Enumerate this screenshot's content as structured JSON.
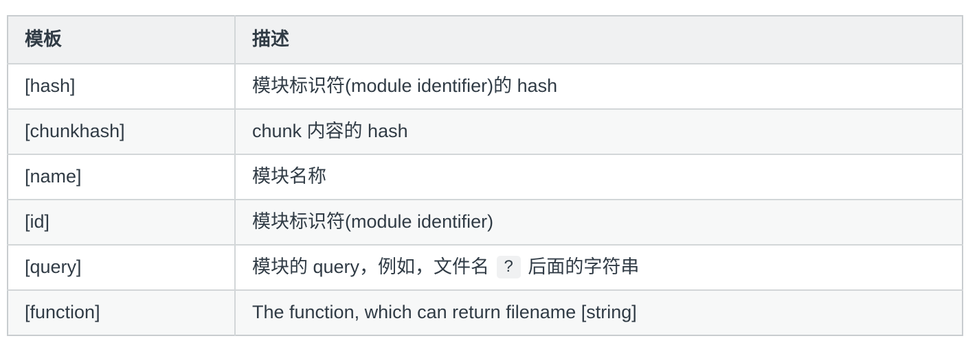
{
  "table": {
    "columns": [
      {
        "key": "template",
        "label": "模板"
      },
      {
        "key": "description",
        "label": "描述"
      }
    ],
    "rows": [
      {
        "template": "[hash]",
        "description": "模块标识符(module identifier)的 hash",
        "description_parts": [
          {
            "type": "text",
            "value": "模块标识符(module identifier)的 hash"
          }
        ]
      },
      {
        "template": "[chunkhash]",
        "description": "chunk 内容的 hash",
        "description_parts": [
          {
            "type": "text",
            "value": "chunk 内容的 hash"
          }
        ]
      },
      {
        "template": "[name]",
        "description": "模块名称",
        "description_parts": [
          {
            "type": "text",
            "value": "模块名称"
          }
        ]
      },
      {
        "template": "[id]",
        "description": "模块标识符(module identifier)",
        "description_parts": [
          {
            "type": "text",
            "value": "模块标识符(module identifier)"
          }
        ]
      },
      {
        "template": "[query]",
        "description": "模块的 query，例如，文件名 ? 后面的字符串",
        "description_parts": [
          {
            "type": "text",
            "value": "模块的 query，例如，文件名 "
          },
          {
            "type": "code",
            "value": "?"
          },
          {
            "type": "text",
            "value": " 后面的字符串"
          }
        ]
      },
      {
        "template": "[function]",
        "description": "The function, which can return filename [string]",
        "description_parts": [
          {
            "type": "text",
            "value": "The function, which can return filename [string]"
          }
        ]
      }
    ]
  },
  "colors": {
    "text": "#303b45",
    "header_background": "#f0f1f2",
    "stripe_background": "#f7f8f8",
    "row_background": "#ffffff",
    "border_outer": "#c8cccf",
    "border_inner": "#d2d6d8",
    "code_chip_background": "#f0f1f2"
  }
}
